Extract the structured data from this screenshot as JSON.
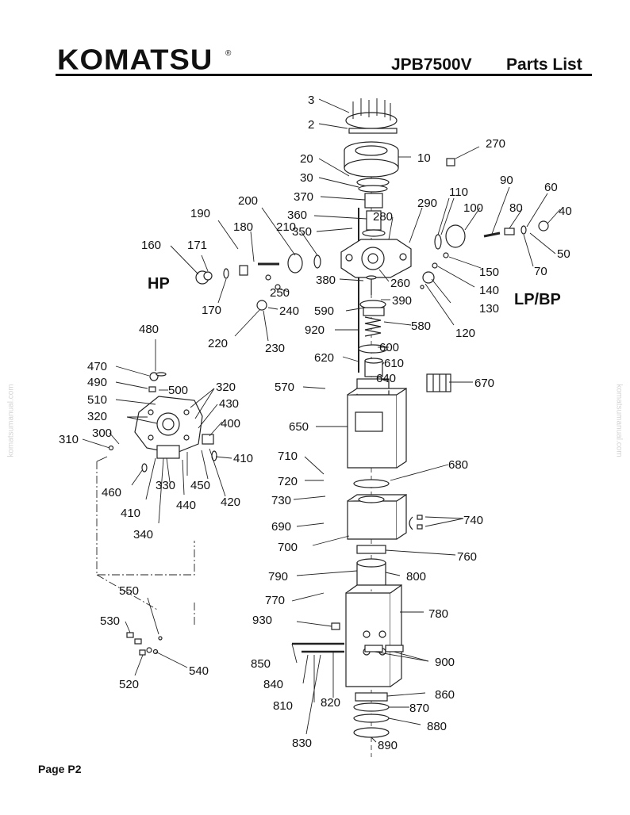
{
  "header": {
    "logo": "KOMATSU",
    "logo_mark": "®",
    "model": "JPB7500V",
    "title": "Parts List"
  },
  "footer": {
    "page": "Page P2"
  },
  "watermark": "komatsumanual.com",
  "section_labels": {
    "hp": "HP",
    "lp_bp": "LP/BP"
  },
  "parts": [
    "3",
    "2",
    "10",
    "270",
    "20",
    "30",
    "370",
    "200",
    "190",
    "110",
    "90",
    "60",
    "360",
    "280",
    "290",
    "100",
    "80",
    "40",
    "180",
    "350",
    "210",
    "160",
    "171",
    "50",
    "150",
    "70",
    "380",
    "260",
    "250",
    "140",
    "170",
    "240",
    "390",
    "130",
    "590",
    "580",
    "920",
    "220",
    "230",
    "120",
    "600",
    "480",
    "620",
    "610",
    "470",
    "640",
    "670",
    "490",
    "500",
    "320",
    "570",
    "510",
    "430",
    "320",
    "650",
    "400",
    "300",
    "310",
    "410",
    "710",
    "460",
    "680",
    "720",
    "330",
    "450",
    "420",
    "410",
    "730",
    "440",
    "740",
    "690",
    "340",
    "700",
    "760",
    "790",
    "800",
    "550",
    "770",
    "780",
    "530",
    "930",
    "850",
    "900",
    "540",
    "520",
    "840",
    "860",
    "810",
    "820",
    "870",
    "880",
    "830",
    "890"
  ]
}
